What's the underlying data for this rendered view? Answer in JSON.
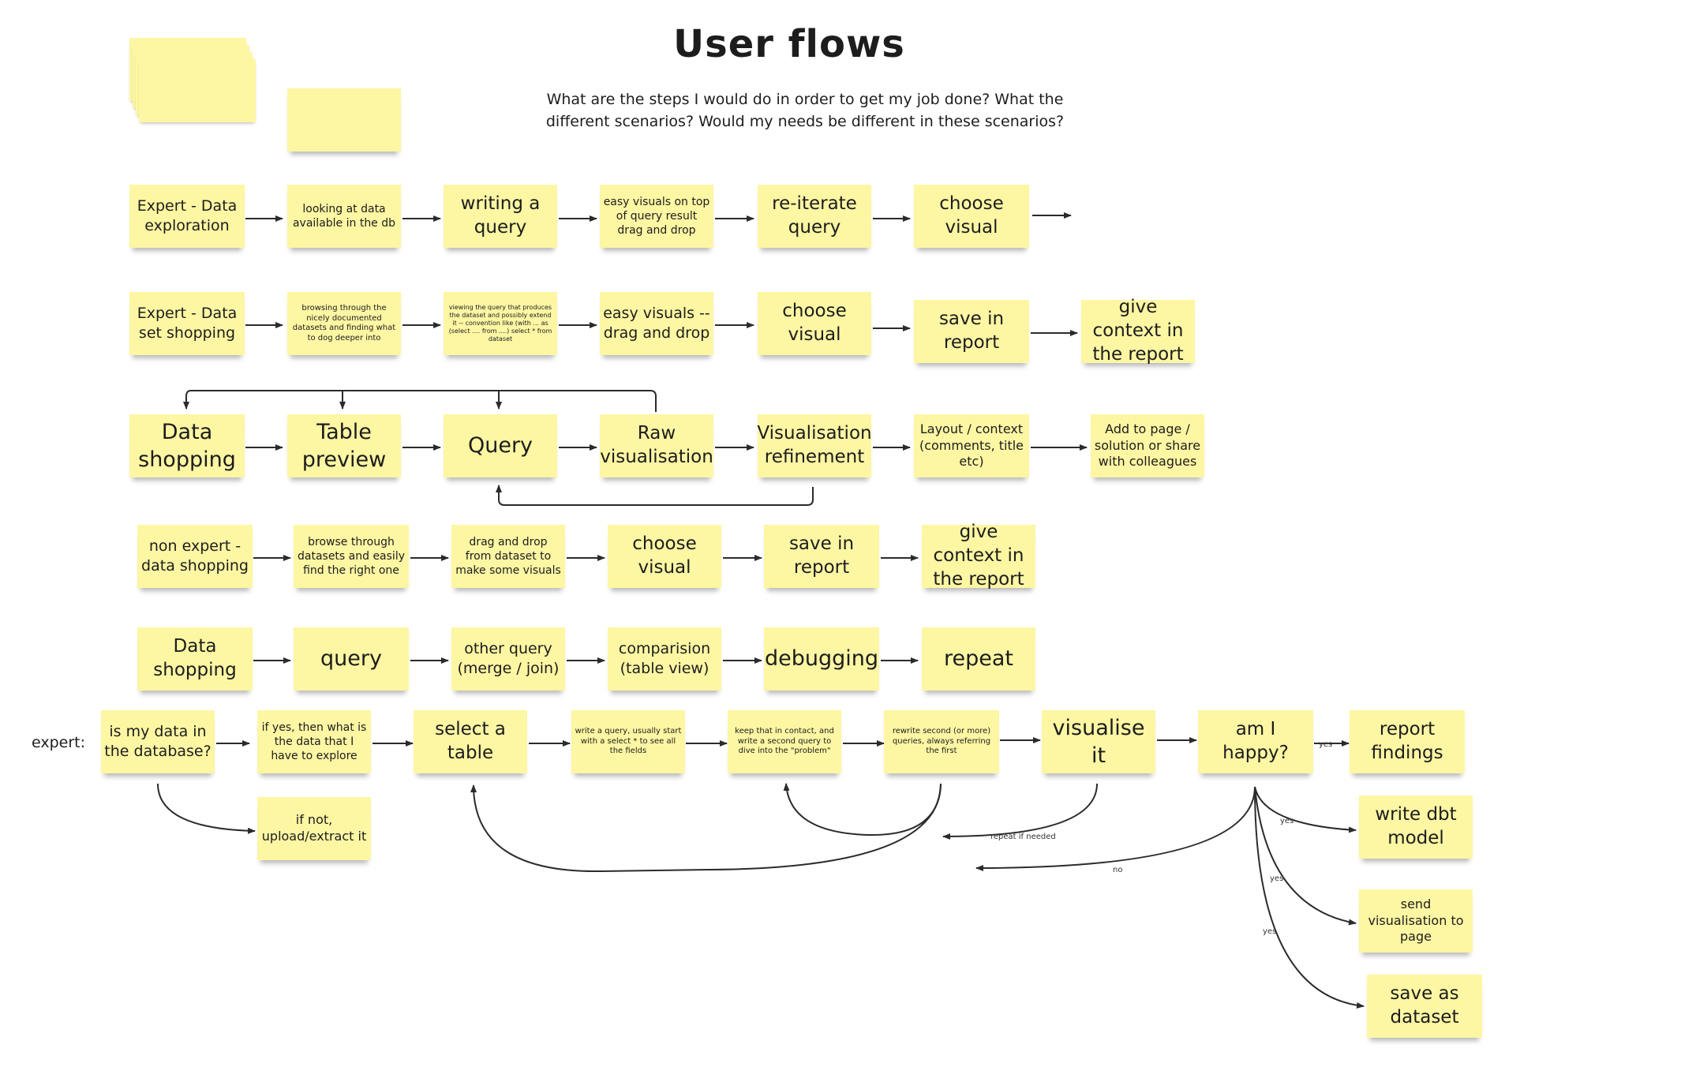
{
  "title": "User flows",
  "subtitle_line1": "What are the steps I would do in order to get my job done? What the",
  "subtitle_line2": "different scenarios? Would my needs be different in these scenarios?",
  "expert_label": "expert:",
  "note_color": "#fdf6a3",
  "rows": {
    "row1": [
      "Expert - Data exploration",
      "looking at data available in the db",
      "writing a query",
      "easy visuals on top of query result drag and drop",
      "re-iterate query",
      "choose visual"
    ],
    "row2": [
      "Expert - Data set shopping",
      "browsing through the nicely documented datasets and finding what to dog deeper into",
      "viewing the query that produces the dataset and possibly extend it -- convention like (with ... as (select .... from ....) select * from dataset",
      "easy visuals -- drag and drop",
      "choose visual",
      "save in report",
      "give context in the report"
    ],
    "row3": [
      "Data shopping",
      "Table preview",
      "Query",
      "Raw visualisation",
      "Visualisation refinement",
      "Layout / context (comments, title etc)",
      "Add to page / solution or share with colleagues"
    ],
    "row4": [
      "non expert - data shopping",
      "browse through datasets and easily find the right one",
      "drag and drop from dataset to make some visuals",
      "choose visual",
      "save in report",
      "give context in the report"
    ],
    "row5": [
      "Data shopping",
      "query",
      "other query (merge / join)",
      "comparision (table view)",
      "debugging",
      "repeat"
    ],
    "row6": [
      "is my data in the database?",
      "if yes, then what is the data that I have to explore",
      "select a table",
      "write a query, usually start with a select * to see all the fields",
      "keep that in contact, and write a second query to dive into the \"problem\"",
      "rewrite second (or more) queries, always referring the first",
      "visualise it",
      "am I happy?",
      "report findings"
    ],
    "branches": [
      "if not, upload/extract it",
      "write dbt model",
      "send visualisation to page",
      "save as dataset"
    ]
  },
  "edge_labels": {
    "yes": "yes",
    "no": "no",
    "repeat": "repeat if needed"
  }
}
